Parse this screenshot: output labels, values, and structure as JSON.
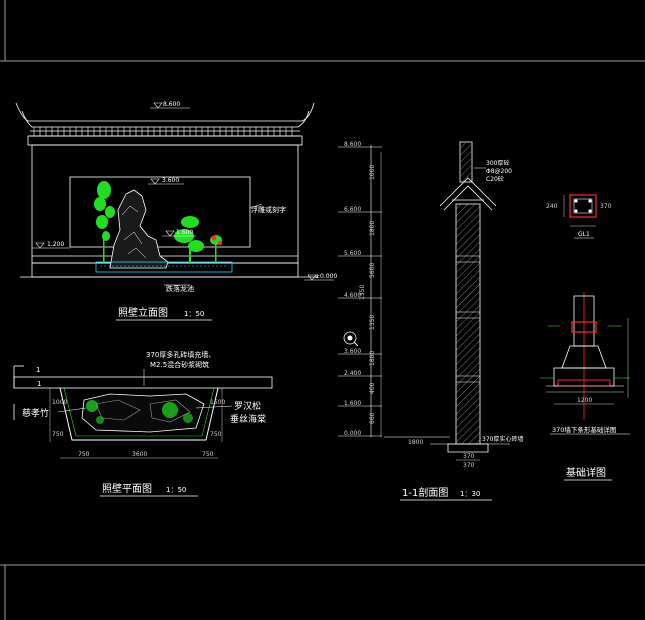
{
  "colors": {
    "background": "#000000",
    "frame": "#9a9a9a",
    "outline": "#ffffff",
    "plant": "#22dd22",
    "rebar": "#ff2a2a",
    "hatch": "#7a7a7a",
    "water": "#00e5ff",
    "text": "#ffffff"
  },
  "elevation": {
    "top_elev": "8.600",
    "inner_elev": "3.600",
    "left_elev": "1.200",
    "rock_elev": "1.600",
    "ground_elev": "±0.000",
    "note_relief": "浮雕或刻字",
    "note_bottom": "跌落龙池",
    "caption": "照壁立面图",
    "scale": "1：50"
  },
  "section": {
    "ticks": [
      "8.600",
      "6.600",
      "5.600",
      "4.600",
      "3.600",
      "2.400",
      "1.600",
      "0.000"
    ],
    "dims_left": [
      "1000",
      "1800",
      "1350",
      "5600",
      "1350",
      "1800",
      "400",
      "660"
    ],
    "note_top_1": "300厚砼",
    "note_top_2": "Φ8@200",
    "note_top_3": "C20砼",
    "note_bottom": "370厚实心砖墙",
    "dim_base": "1800",
    "dim_width_1": "370",
    "dim_width_2": "370",
    "caption": "1-1剖面图",
    "scale": "1：30"
  },
  "plan": {
    "mark_top": "1",
    "mark_bottom": "1",
    "note_line_1": "370厚多孔砖填充墙、",
    "note_line_2": "M2.5混合砂浆砌筑",
    "plant_left": "慈孝竹",
    "plant_right_1": "罗汉松",
    "plant_right_2": "垂丝海棠",
    "dim_left_top": "1000",
    "dim_left_bottom": "750",
    "dim_right_top": "1500",
    "dim_right_bottom": "750",
    "dim_bottom_1": "750",
    "dim_bottom_2": "3600",
    "dim_bottom_3": "750",
    "caption": "照壁平面图",
    "scale": "1：50"
  },
  "beam": {
    "dim_h": "240",
    "dim_w": "370",
    "label": "GL1"
  },
  "foundation": {
    "note": "370墙下条形基础详图",
    "caption": "基础详图",
    "dim_bottom": "1200"
  }
}
